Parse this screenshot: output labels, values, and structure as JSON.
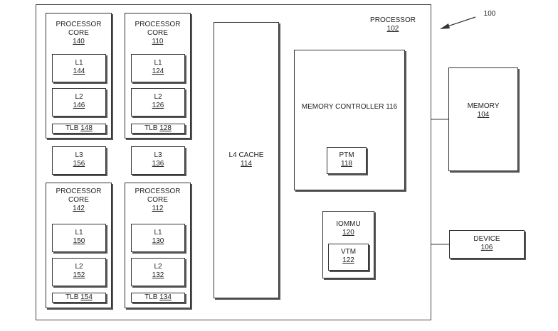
{
  "figure_ref": "100",
  "processor": {
    "title": "PROCESSOR",
    "ref": "102"
  },
  "cores": [
    {
      "title": "PROCESSOR",
      "title2": "CORE",
      "ref": "140",
      "l1": {
        "name": "L1",
        "ref": "144"
      },
      "l2": {
        "name": "L2",
        "ref": "146"
      },
      "tlb": {
        "name": "TLB",
        "ref": "148"
      }
    },
    {
      "title": "PROCESSOR",
      "title2": "CORE",
      "ref": "110",
      "l1": {
        "name": "L1",
        "ref": "124"
      },
      "l2": {
        "name": "L2",
        "ref": "126"
      },
      "tlb": {
        "name": "TLB",
        "ref": "128"
      }
    },
    {
      "title": "PROCESSOR",
      "title2": "CORE",
      "ref": "142",
      "l1": {
        "name": "L1",
        "ref": "150"
      },
      "l2": {
        "name": "L2",
        "ref": "152"
      },
      "tlb": {
        "name": "TLB",
        "ref": "154"
      }
    },
    {
      "title": "PROCESSOR",
      "title2": "CORE",
      "ref": "112",
      "l1": {
        "name": "L1",
        "ref": "130"
      },
      "l2": {
        "name": "L2",
        "ref": "132"
      },
      "tlb": {
        "name": "TLB",
        "ref": "134"
      }
    }
  ],
  "l3": [
    {
      "name": "L3",
      "ref": "156"
    },
    {
      "name": "L3",
      "ref": "136"
    }
  ],
  "l4": {
    "name": "L4 CACHE",
    "ref": "114"
  },
  "memory_controller": {
    "name": "MEMORY CONTROLLER 116"
  },
  "ptm": {
    "name": "PTM",
    "ref": "118"
  },
  "iommu": {
    "name": "IOMMU",
    "ref": "120"
  },
  "vtm": {
    "name": "VTM",
    "ref": "122"
  },
  "memory": {
    "name": "MEMORY",
    "ref": "104"
  },
  "device": {
    "name": "DEVICE",
    "ref": "106"
  }
}
